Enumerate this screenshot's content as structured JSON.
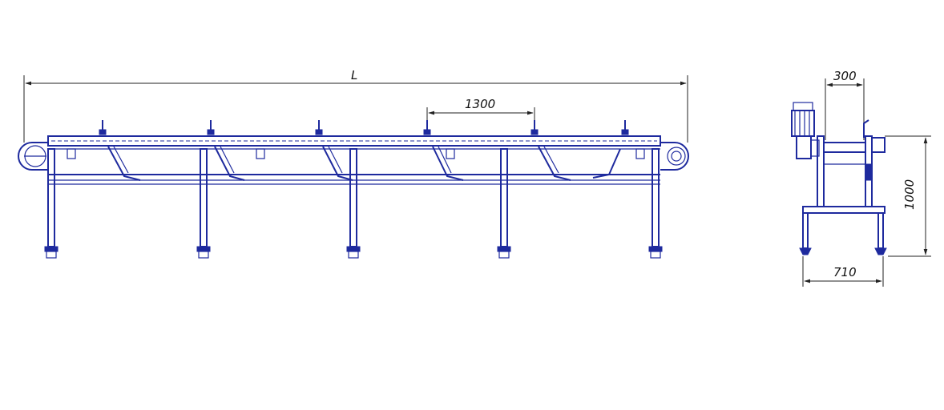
{
  "drawing": {
    "dimensions": {
      "overall_length": "L",
      "support_spacing": "1300",
      "belt_width": "300",
      "height": "1000",
      "frame_width": "710"
    },
    "colors": {
      "structure": "#1e2a9e",
      "dimension_lines": "#222222",
      "background": "#ffffff"
    }
  }
}
